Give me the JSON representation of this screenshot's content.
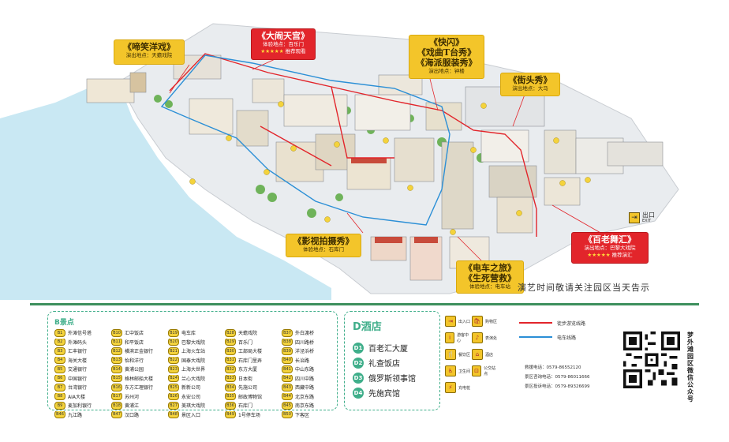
{
  "callouts": {
    "yangxi": {
      "title": "《啼笑洋戏》",
      "sub": "演出地点：天蟾戏院"
    },
    "dagugong": {
      "title": "《大闹天宫》",
      "sub": "体验地点：百乐门",
      "stars": "★★★★★",
      "tag": "推荐观看"
    },
    "kuaishan": {
      "line1": "《快闪》",
      "line2": "《戏曲T台秀》",
      "line3": "《海派服装秀》",
      "sub": "演出地点：钟楼"
    },
    "jietou": {
      "title": "《街头秀》",
      "sub": "演出地点：大马"
    },
    "yingshi": {
      "title": "《影视拍摄秀》",
      "sub": "体验地点：石库门"
    },
    "dianche": {
      "line1": "《电车之旅》",
      "line2": "《生死营救》",
      "sub": "体验地点：电车站"
    },
    "bailao": {
      "title": "《百老舞汇》",
      "sub": "演出地点：巴黎大戏院",
      "stars": "★★★★★",
      "tag": "推荐演汇"
    }
  },
  "exit": {
    "label": "出口",
    "en": "EXIT"
  },
  "notice": "演艺时间敬请关注园区当天告示",
  "spots": {
    "title": "B景点",
    "items": [
      {
        "code": "B1",
        "name": "外滩信号塔"
      },
      {
        "code": "B10",
        "name": "汇中饭店"
      },
      {
        "code": "B19",
        "name": "电车库"
      },
      {
        "code": "B28",
        "name": "天蟾戏院"
      },
      {
        "code": "B37",
        "name": "外白渡桥"
      },
      {
        "code": "B2",
        "name": "外滩码头"
      },
      {
        "code": "B11",
        "name": "和平饭店"
      },
      {
        "code": "B20",
        "name": "巴黎大戏院"
      },
      {
        "code": "B29",
        "name": "百乐门"
      },
      {
        "code": "B38",
        "name": "四川路桥"
      },
      {
        "code": "B3",
        "name": "汇丰银行"
      },
      {
        "code": "B12",
        "name": "横滨正金银行"
      },
      {
        "code": "B21",
        "name": "上海火车站"
      },
      {
        "code": "B30",
        "name": "工部局大楼"
      },
      {
        "code": "B39",
        "name": "洋泾浜桥"
      },
      {
        "code": "B4",
        "name": "海关大楼"
      },
      {
        "code": "B13",
        "name": "怡和洋行"
      },
      {
        "code": "B22",
        "name": "国泰大戏院"
      },
      {
        "code": "B31",
        "name": "石库门里弄"
      },
      {
        "code": "B40",
        "name": "长治路"
      },
      {
        "code": "B5",
        "name": "交通银行"
      },
      {
        "code": "B14",
        "name": "黄浦公园"
      },
      {
        "code": "B23",
        "name": "上海大世界"
      },
      {
        "code": "B32",
        "name": "东方大厦"
      },
      {
        "code": "B41",
        "name": "中山东路"
      },
      {
        "code": "B6",
        "name": "中国银行"
      },
      {
        "code": "B15",
        "name": "格林邮船大楼"
      },
      {
        "code": "B24",
        "name": "兰心大戏院"
      },
      {
        "code": "B33",
        "name": "日本街"
      },
      {
        "code": "B42",
        "name": "四川中路"
      },
      {
        "code": "B7",
        "name": "台湾银行"
      },
      {
        "code": "B16",
        "name": "东方汇理银行"
      },
      {
        "code": "B25",
        "name": "新新公司"
      },
      {
        "code": "B34",
        "name": "先施公司"
      },
      {
        "code": "B43",
        "name": "西藏中路"
      },
      {
        "code": "B8",
        "name": "AIA大楼"
      },
      {
        "code": "B17",
        "name": "苏州河"
      },
      {
        "code": "B26",
        "name": "永安公司"
      },
      {
        "code": "B35",
        "name": "邮政博物馆"
      },
      {
        "code": "B44",
        "name": "北京东路"
      },
      {
        "code": "B9",
        "name": "麦加利银行"
      },
      {
        "code": "B18",
        "name": "黄浦江"
      },
      {
        "code": "B27",
        "name": "美琪大戏院"
      },
      {
        "code": "B36",
        "name": "石库门"
      },
      {
        "code": "B45",
        "name": "南京东路"
      },
      {
        "code": "B46",
        "name": "九江路"
      },
      {
        "code": "B47",
        "name": "汉口路"
      },
      {
        "code": "B48",
        "name": "景区入口"
      },
      {
        "code": "B49",
        "name": "1号停车场"
      },
      {
        "code": "B50",
        "name": "下客区"
      }
    ]
  },
  "hotels": {
    "title": "D酒店",
    "items": [
      {
        "code": "D1",
        "name": "百老汇大厦"
      },
      {
        "code": "D2",
        "name": "礼查饭店"
      },
      {
        "code": "D3",
        "name": "俄罗斯领事馆"
      },
      {
        "code": "D4",
        "name": "先施宾馆"
      }
    ]
  },
  "facilities": [
    {
      "icon": "entrance-icon",
      "glyph": "⇥",
      "label": "出入口"
    },
    {
      "icon": "shop-icon",
      "glyph": "🛍",
      "label": "购物区"
    },
    {
      "icon": "spacer",
      "glyph": "",
      "label": ""
    },
    {
      "icon": "service-icon",
      "glyph": "i",
      "label": "游客中心"
    },
    {
      "icon": "show-icon",
      "glyph": "♪",
      "label": "表演处"
    },
    {
      "icon": "spacer",
      "glyph": "",
      "label": ""
    },
    {
      "icon": "food-icon",
      "glyph": "🍴",
      "label": "餐饮区"
    },
    {
      "icon": "hotel-icon",
      "glyph": "⌂",
      "label": "酒店"
    },
    {
      "icon": "spacer",
      "glyph": "",
      "label": ""
    },
    {
      "icon": "toilet-icon",
      "glyph": "♿",
      "label": "卫生间"
    },
    {
      "icon": "bus-icon",
      "glyph": "⊡",
      "label": "公交站点"
    },
    {
      "icon": "spacer",
      "glyph": "",
      "label": ""
    },
    {
      "icon": "charge-icon",
      "glyph": "⚡",
      "label": "充电桩"
    }
  ],
  "routes": [
    {
      "label": "徒步游览线路",
      "color": "#e2252b"
    },
    {
      "label": "电车线路",
      "color": "#2b8fd6"
    }
  ],
  "contacts": [
    "救援电话：0579-86552120",
    "景区咨询电话：0579-86011666",
    "景区投诉电话：0579-89326699"
  ],
  "vertical": "梦外滩园区微信公众号"
}
